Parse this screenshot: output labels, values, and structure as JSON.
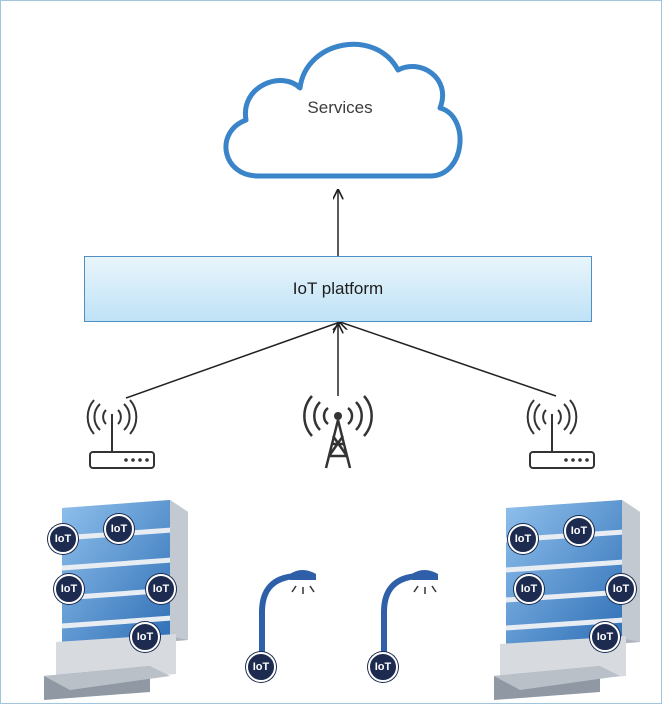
{
  "cloud": {
    "label": "Services"
  },
  "platform": {
    "label": "IoT platform"
  },
  "badge": {
    "label": "IoT"
  },
  "colors": {
    "frame_border": "#9fc6de",
    "cloud_stroke": "#3a84c9",
    "platform_border": "#4f8fc4",
    "platform_fill_top": "#e9f5fc",
    "platform_fill_bottom": "#bfe2f6",
    "badge_fill": "#1c2b4f",
    "street_light": "#2f5fa8",
    "building_glass": "#4a86c8",
    "arrow": "#222222"
  },
  "icons": [
    "cloud-icon",
    "wifi-router-icon",
    "cell-tower-icon",
    "building-icon",
    "street-light-icon",
    "iot-badge"
  ]
}
